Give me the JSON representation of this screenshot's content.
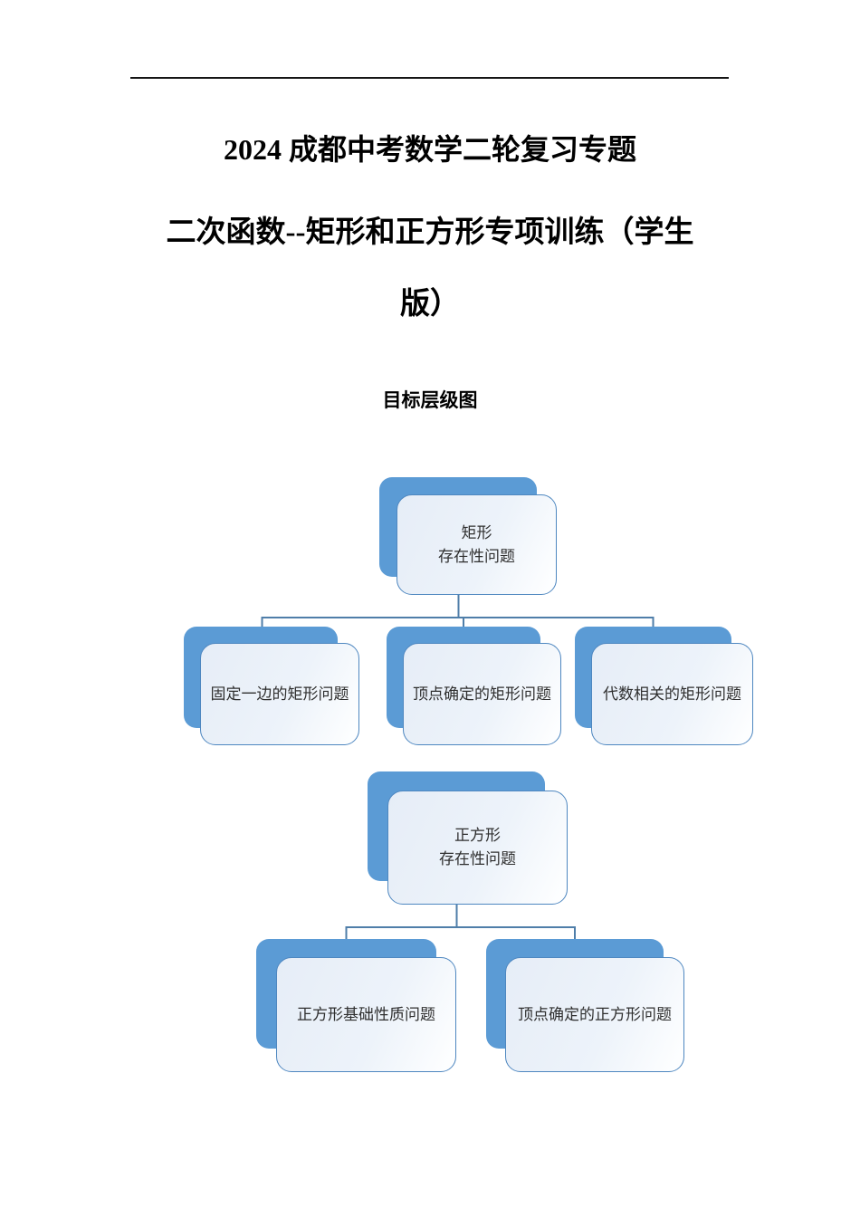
{
  "page": {
    "title": "2024 成都中考数学二轮复习专题",
    "subtitle": "二次函数--矩形和正方形专项训练（学生版）",
    "subtitle_lines": [
      "二次函数--矩形和正方形专项训练（学生",
      "版）"
    ],
    "section_heading": "目标层级图"
  },
  "colors": {
    "accent_blue": "#5b9bd5",
    "node_border": "#4e87c0",
    "connector": "#4f7ea9",
    "node_fill_from": "#e6edf7",
    "node_fill_mid": "#edf3fa",
    "node_fill_to": "#fdfeff",
    "text_dark": "#2f2f2f",
    "rule_black": "#151515"
  },
  "diagram": {
    "rect_tree": {
      "root": {
        "line1": "矩形",
        "line2": "存在性问题"
      },
      "children": [
        {
          "label": "固定一边的矩形问题"
        },
        {
          "label": "顶点确定的矩形问题"
        },
        {
          "label": "代数相关的矩形问题"
        }
      ]
    },
    "square_tree": {
      "root": {
        "line1": "正方形",
        "line2": "存在性问题"
      },
      "children": [
        {
          "label": "正方形基础性质问题"
        },
        {
          "label": "顶点确定的正方形问题"
        }
      ]
    }
  }
}
